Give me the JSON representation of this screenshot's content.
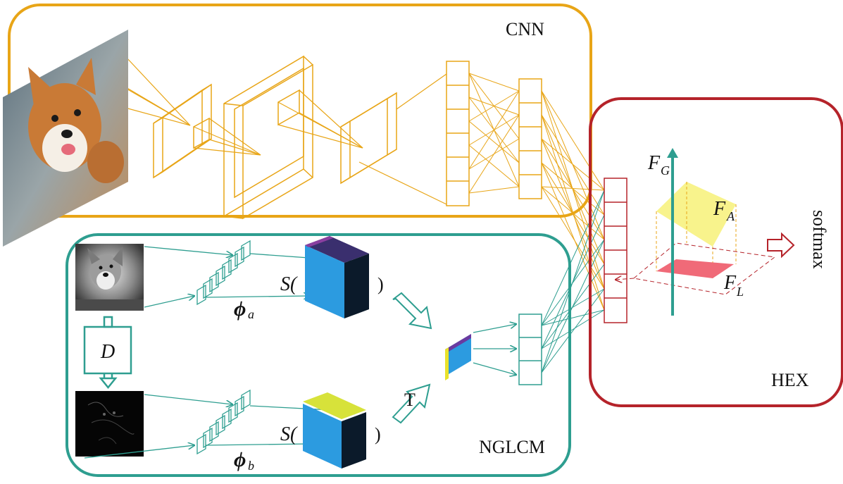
{
  "boxes": {
    "cnn_label": "CNN",
    "nglcm_label": "NGLCM",
    "hex_label": "HEX"
  },
  "math": {
    "s_open_top": "S(",
    "s_close_top": ")",
    "s_open_bottom": "S(",
    "s_close_bottom": ")",
    "phi_a": "ϕ",
    "phi_a_sub": "a",
    "phi_b": "ϕ",
    "phi_b_sub": "b",
    "d_label": "D",
    "t_label": "T",
    "fg": "F",
    "fg_sub": "G",
    "fa": "F",
    "fa_sub": "A",
    "fl": "F",
    "fl_sub": "L",
    "softmax": "softmax"
  },
  "colors": {
    "cnn": "#E8A517",
    "nglcm": "#2E9E90",
    "hex": "#B5232A",
    "cube_face": "#2C9BE0",
    "cube_side": "#0B1A2A",
    "plane_a": "#F7F27F",
    "plane_l": "#F06A78"
  }
}
